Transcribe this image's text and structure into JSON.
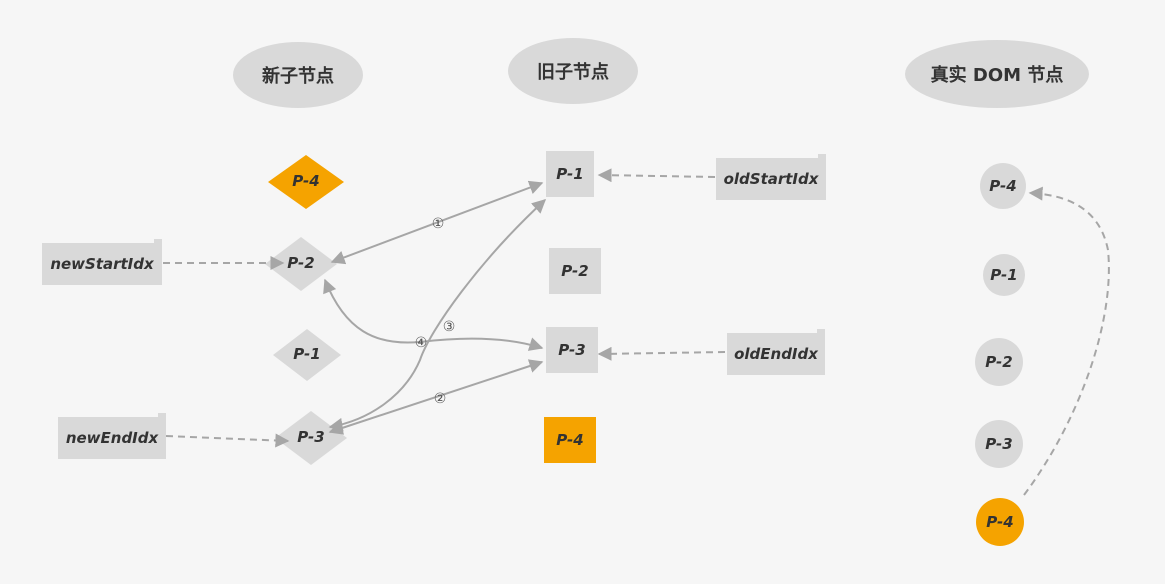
{
  "headers": {
    "new_nodes": "新子节点",
    "old_nodes": "旧子节点",
    "real_dom": "真实 DOM 节点"
  },
  "new_children": {
    "p4": "P-4",
    "p2": "P-2",
    "p1": "P-1",
    "p3": "P-3"
  },
  "old_children": {
    "p1": "P-1",
    "p2": "P-2",
    "p3": "P-3",
    "p4": "P-4"
  },
  "real_dom_nodes": {
    "p4_top": "P-4",
    "p1": "P-1",
    "p2": "P-2",
    "p3": "P-3",
    "p4_bottom": "P-4"
  },
  "pointers": {
    "new_start": "newStartIdx",
    "new_end": "newEndIdx",
    "old_start": "oldStartIdx",
    "old_end": "oldEndIdx"
  },
  "steps": {
    "s1": "①",
    "s2": "②",
    "s3": "③",
    "s4": "④"
  },
  "colors": {
    "node_gray": "#d9d9d9",
    "highlight_orange": "#f5a300",
    "arrow_gray": "#a6a6a6"
  }
}
